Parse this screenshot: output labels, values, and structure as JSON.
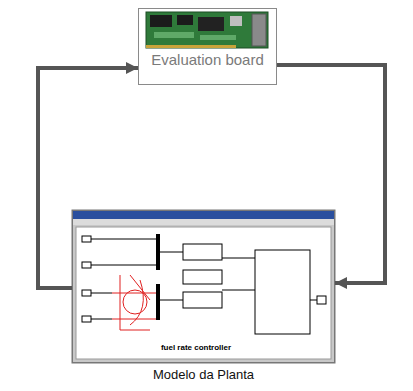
{
  "diagram": {
    "nodes": [
      {
        "text": [
          "Evaluation board"
        ]
      },
      {
        "text": [
          "Modelo da Planta"
        ]
      }
    ],
    "edges": [
      {
        "from": 1,
        "to": 0,
        "arrow": "to"
      },
      {
        "from": 0,
        "to": 1,
        "arrow": "to"
      }
    ],
    "labels": [
      "fuel rate controller"
    ]
  }
}
